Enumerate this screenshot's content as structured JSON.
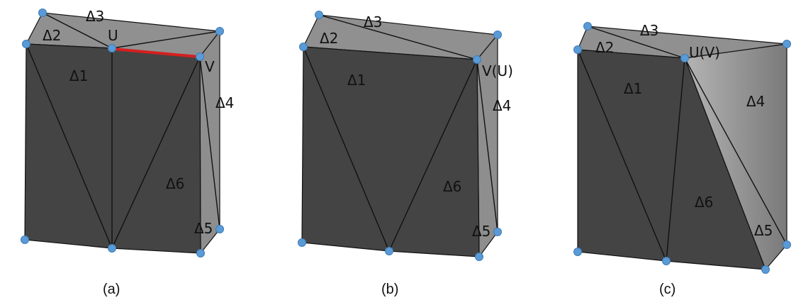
{
  "panels": [
    {
      "caption": "(a)",
      "triangles": [
        "Δ1",
        "Δ2",
        "Δ3",
        "Δ4",
        "Δ5",
        "Δ6"
      ],
      "vertices": {
        "u": "U",
        "v": "V"
      },
      "highlighted_edge": "U-V",
      "highlight_color": "#d61f1f"
    },
    {
      "caption": "(b)",
      "triangles": [
        "Δ1",
        "Δ2",
        "Δ3",
        "Δ4",
        "Δ5",
        "Δ6"
      ],
      "vertices": {
        "merged": "V(U)"
      }
    },
    {
      "caption": "(c)",
      "triangles": [
        "Δ1",
        "Δ2",
        "Δ3",
        "Δ4",
        "Δ5",
        "Δ6"
      ],
      "vertices": {
        "merged": "U(V)"
      }
    }
  ],
  "colors": {
    "front_face": "#444444",
    "top_face": "#909090",
    "side_face": "#8e8e8e",
    "vertex_marker": "#5b9bd5"
  }
}
